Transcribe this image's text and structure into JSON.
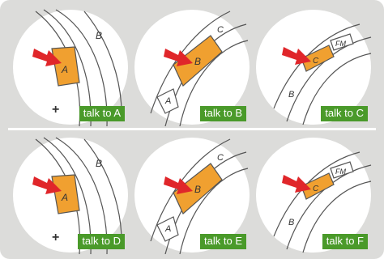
{
  "colors": {
    "panel_bg": "#dcdcda",
    "button_highlight": "#f0a030",
    "arrow": "#e0262a",
    "label_bg": "#4a9a2a",
    "label_text": "#ffffff"
  },
  "cells": [
    {
      "id": "a",
      "label": "talk to A",
      "button_letter": "A",
      "other_letter": "B",
      "extra_mark": "+"
    },
    {
      "id": "b",
      "label": "talk to B",
      "button_letter": "B",
      "other_letter": "C",
      "extra_mark": "A"
    },
    {
      "id": "c",
      "label": "talk to C",
      "button_letter": "C",
      "other_letter": "B",
      "extra_mark": "FM"
    },
    {
      "id": "d",
      "label": "talk to D",
      "button_letter": "A",
      "other_letter": "B",
      "extra_mark": "+"
    },
    {
      "id": "e",
      "label": "talk to E",
      "button_letter": "B",
      "other_letter": "C",
      "extra_mark": "A"
    },
    {
      "id": "f",
      "label": "talk to F",
      "button_letter": "C",
      "other_letter": "B",
      "extra_mark": "FM"
    }
  ],
  "icons": {
    "arrow": "red-arrow-icon",
    "button": "intercom-button-icon"
  }
}
